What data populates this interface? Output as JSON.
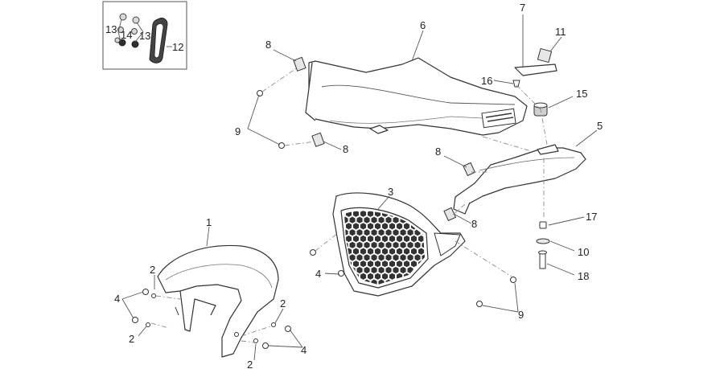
{
  "callouts": {
    "c1": "1",
    "c2a": "2",
    "c2b": "2",
    "c2c": "2",
    "c2d": "2",
    "c3": "3",
    "c4a": "4",
    "c4b": "4",
    "c4c": "4",
    "c5": "5",
    "c6": "6",
    "c7": "7",
    "c8a": "8",
    "c8b": "8",
    "c8c": "8",
    "c8d": "8",
    "c9a": "9",
    "c9b": "9",
    "c10": "10",
    "c11": "11",
    "c12": "12",
    "c13a": "13",
    "c13b": "13",
    "c14": "14",
    "c15": "15",
    "c16": "16",
    "c17": "17",
    "c18": "18"
  },
  "icons": {
    "inset": "hardware-detail-inset",
    "fender": "front-mudguard-icon",
    "grille": "honeycomb-grille-icon"
  },
  "colors": {
    "line": "#333333",
    "fill": "#ffffff",
    "dark": "#2f2f2f"
  }
}
